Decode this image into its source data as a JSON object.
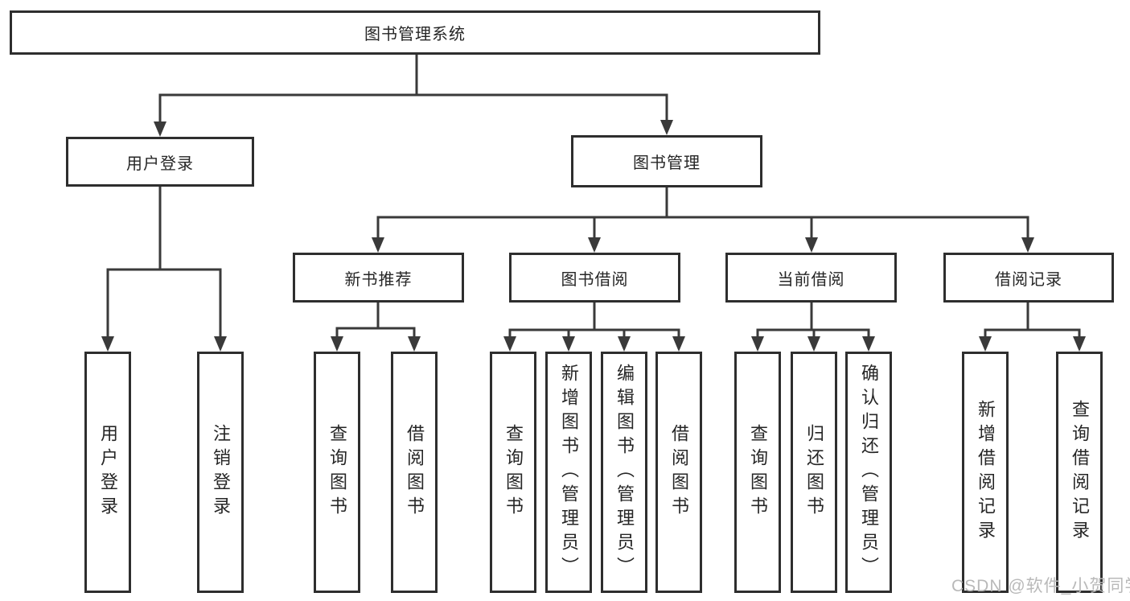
{
  "tree": {
    "root": "图书管理系统",
    "level2": {
      "user_login": "用户登录",
      "book_management": "图书管理"
    },
    "level3": {
      "new_book_recommend": "新书推荐",
      "book_borrowing": "图书借阅",
      "current_borrowing": "当前借阅",
      "borrowing_records": "借阅记录"
    },
    "leaves": {
      "user_login": [
        "用户登录",
        "注销登录"
      ],
      "new_book_recommend": [
        "查询图书",
        "借阅图书"
      ],
      "book_borrowing": [
        "查询图书",
        "新增图书（管理员）",
        "编辑图书（管理员）",
        "借阅图书"
      ],
      "current_borrowing": [
        "查询图书",
        "归还图书",
        "确认归还（管理员）"
      ],
      "borrowing_records": [
        "新增借阅记录",
        "查询借阅记录"
      ]
    }
  },
  "watermark": "CSDN @软件_小贺同学",
  "colors": {
    "line": "#3a3a3a",
    "border": "#2e2e2e",
    "text": "#262626",
    "watermark": "#b9b9b9",
    "background": "#ffffff"
  }
}
